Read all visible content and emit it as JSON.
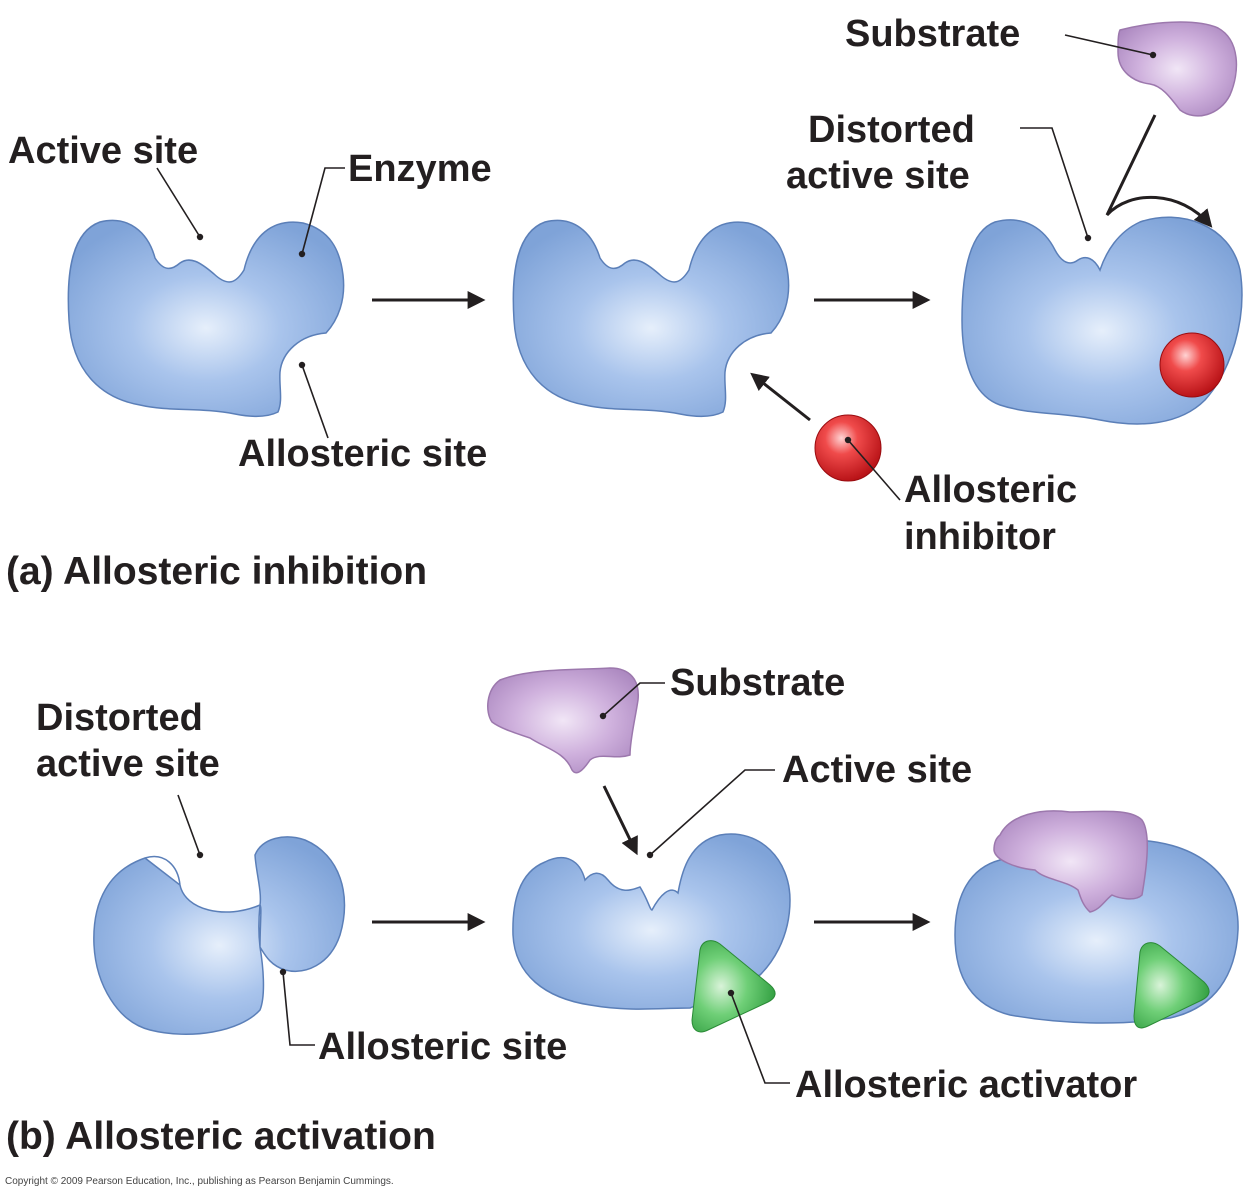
{
  "panel_a": {
    "caption": "(a) Allosteric inhibition",
    "labels": {
      "active_site": "Active site",
      "enzyme": "Enzyme",
      "allosteric_site": "Allosteric site",
      "substrate": "Substrate",
      "distorted_line1": "Distorted",
      "distorted_line2": "active site",
      "inhibitor_line1": "Allosteric",
      "inhibitor_line2": "inhibitor"
    }
  },
  "panel_b": {
    "caption": "(b) Allosteric activation",
    "labels": {
      "distorted_line1": "Distorted",
      "distorted_line2": "active site",
      "substrate": "Substrate",
      "active_site": "Active site",
      "allosteric_site": "Allosteric site",
      "activator": "Allosteric activator"
    }
  },
  "copyright": "Copyright © 2009 Pearson Education, Inc., publishing as Pearson Benjamin Cummings.",
  "colors": {
    "enzyme": "#8fb1e3",
    "substrate": "#c7a6d6",
    "inhibitor": "#e8262b",
    "activator": "#4dbb5a",
    "text": "#231f20"
  }
}
